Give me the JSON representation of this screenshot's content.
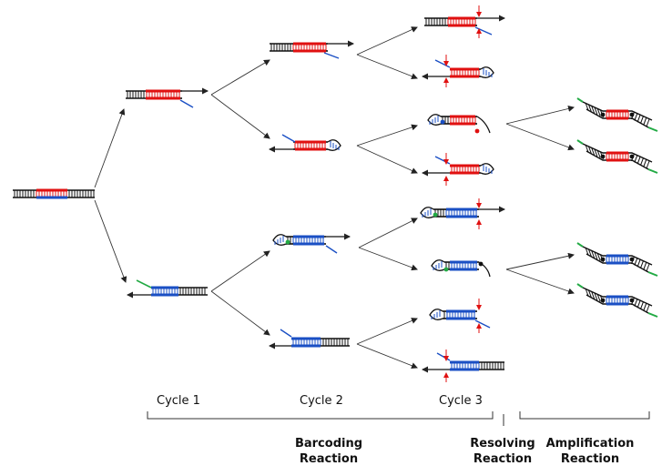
{
  "cycle_labels": [
    "Cycle 1",
    "Cycle 2",
    "Cycle 3"
  ],
  "phases": {
    "barcoding": {
      "line1": "Barcoding",
      "line2": "Reaction"
    },
    "resolving": {
      "line1": "Resolving",
      "line2": "Reaction"
    },
    "amplification": {
      "line1": "Amplification",
      "line2": "Reaction"
    }
  },
  "colors": {
    "strand_black": "#111111",
    "barcode_red": "#e01010",
    "barcode_blue": "#1a4fc4",
    "primer_green": "#22aa44",
    "arrow_red": "#e01010",
    "arrow_gray": "#333333"
  }
}
